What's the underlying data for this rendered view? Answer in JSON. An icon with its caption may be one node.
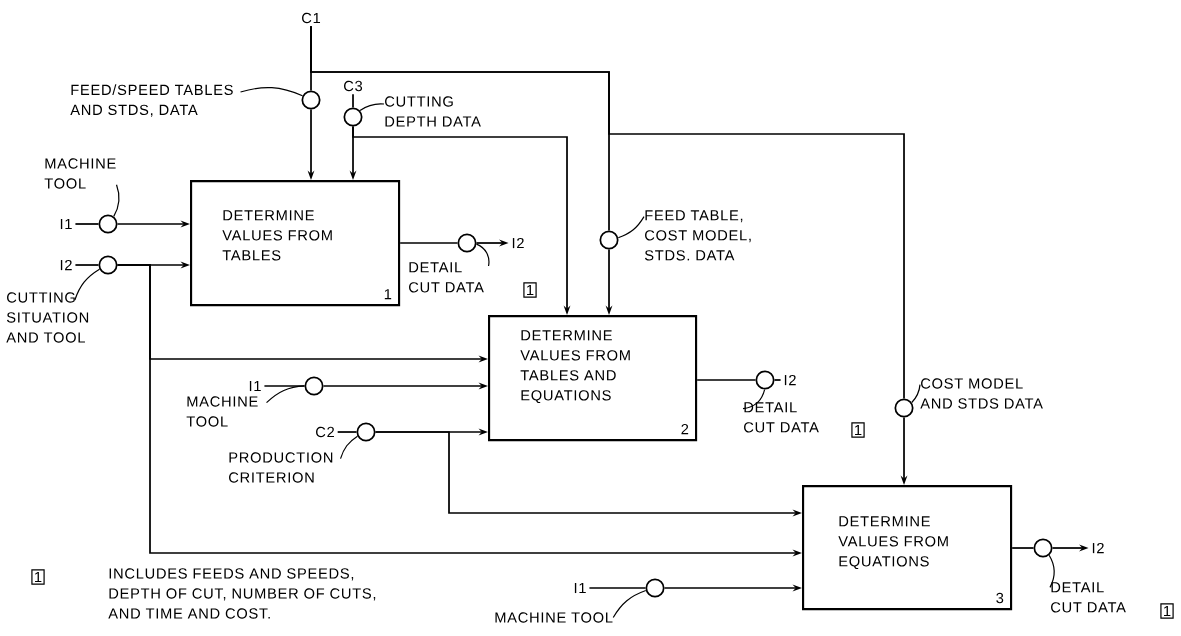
{
  "diagram": {
    "nodes": [
      {
        "text": [
          "C1"
        ]
      },
      {
        "text": [
          "FEED/SPEED TABLES AND STDS, DATA"
        ]
      },
      {
        "text": [
          "C3"
        ]
      },
      {
        "text": [
          "CUTTING DEPTH DATA"
        ]
      },
      {
        "text": [
          "MACHINE TOOL"
        ]
      },
      {
        "text": [
          "I1"
        ]
      },
      {
        "text": [
          "I2"
        ]
      },
      {
        "text": [
          "CUTTING SITUATION AND TOOL"
        ]
      },
      {
        "text": [
          "DETERMINE VALUES FROM TABLES",
          "1"
        ]
      },
      {
        "text": [
          "I2"
        ]
      },
      {
        "text": [
          "DETAIL CUT DATA"
        ]
      },
      {
        "text": [
          "FEED TABLE, COST MODEL, STDS. DATA"
        ]
      },
      {
        "text": [
          "DETERMINE VALUES FROM TABLES AND EQUATIONS",
          "2"
        ]
      },
      {
        "text": [
          "I1"
        ]
      },
      {
        "text": [
          "MACHINE TOOL"
        ]
      },
      {
        "text": [
          "C2"
        ]
      },
      {
        "text": [
          "PRODUCTION CRITERION"
        ]
      },
      {
        "text": [
          "I2"
        ]
      },
      {
        "text": [
          "DETAIL CUT DATA"
        ]
      },
      {
        "text": [
          "COST MODEL AND STDS DATA"
        ]
      },
      {
        "text": [
          "DETERMINE VALUES FROM EQUATIONS",
          "3"
        ]
      },
      {
        "text": [
          "I1"
        ]
      },
      {
        "text": [
          "MACHINE TOOL"
        ]
      },
      {
        "text": [
          "I2"
        ]
      },
      {
        "text": [
          "DETAIL CUT DATA"
        ]
      },
      {
        "text": [],
        "shape": "circle"
      },
      {
        "text": [],
        "shape": "circle"
      },
      {
        "text": [],
        "shape": "circle"
      },
      {
        "text": [],
        "shape": "circle"
      },
      {
        "text": [],
        "shape": "circle"
      },
      {
        "text": [],
        "shape": "circle"
      },
      {
        "text": [],
        "shape": "circle"
      },
      {
        "text": [],
        "shape": "circle"
      },
      {
        "text": [],
        "shape": "circle"
      },
      {
        "text": [],
        "shape": "circle"
      },
      {
        "text": [],
        "shape": "circle"
      },
      {
        "text": [],
        "shape": "circle"
      }
    ],
    "edges": [
      {
        "from": 0,
        "to": 27,
        "arrow": "none"
      },
      {
        "from": 27,
        "to": 8,
        "arrow": "to"
      },
      {
        "from": 0,
        "to": 32,
        "arrow": "none"
      },
      {
        "from": 32,
        "to": 12,
        "arrow": "to"
      },
      {
        "from": 0,
        "to": 35,
        "arrow": "none"
      },
      {
        "from": 35,
        "to": 20,
        "arrow": "to"
      },
      {
        "from": 2,
        "to": 29,
        "arrow": "none"
      },
      {
        "from": 29,
        "to": 8,
        "arrow": "to"
      },
      {
        "from": 29,
        "to": 12,
        "arrow": "to"
      },
      {
        "from": 5,
        "to": 25,
        "arrow": "none"
      },
      {
        "from": 25,
        "to": 8,
        "arrow": "to"
      },
      {
        "from": 6,
        "to": 26,
        "arrow": "none"
      },
      {
        "from": 26,
        "to": 8,
        "arrow": "to"
      },
      {
        "from": 26,
        "to": 12,
        "arrow": "to"
      },
      {
        "from": 26,
        "to": 20,
        "arrow": "to"
      },
      {
        "from": 13,
        "to": 28,
        "arrow": "none"
      },
      {
        "from": 28,
        "to": 12,
        "arrow": "to"
      },
      {
        "from": 15,
        "to": 30,
        "arrow": "none"
      },
      {
        "from": 30,
        "to": 12,
        "arrow": "to"
      },
      {
        "from": 30,
        "to": 20,
        "arrow": "to"
      },
      {
        "from": 21,
        "to": 33,
        "arrow": "none"
      },
      {
        "from": 33,
        "to": 20,
        "arrow": "to"
      },
      {
        "from": 8,
        "to": 31,
        "arrow": "none"
      },
      {
        "from": 31,
        "to": 9,
        "arrow": "to"
      },
      {
        "from": 12,
        "to": 34,
        "arrow": "none"
      },
      {
        "from": 34,
        "to": 17,
        "arrow": "none"
      },
      {
        "from": 20,
        "to": 36,
        "arrow": "none"
      },
      {
        "from": 36,
        "to": 23,
        "arrow": "to"
      },
      {
        "from": 1,
        "to": 27,
        "arrow": "none"
      },
      {
        "from": 3,
        "to": 29,
        "arrow": "none"
      },
      {
        "from": 4,
        "to": 25,
        "arrow": "none"
      },
      {
        "from": 7,
        "to": 26,
        "arrow": "none"
      },
      {
        "from": 10,
        "to": 31,
        "arrow": "none"
      },
      {
        "from": 11,
        "to": 32,
        "arrow": "none"
      },
      {
        "from": 14,
        "to": 28,
        "arrow": "none"
      },
      {
        "from": 16,
        "to": 30,
        "arrow": "none"
      },
      {
        "from": 18,
        "to": 34,
        "arrow": "none"
      },
      {
        "from": 19,
        "to": 35,
        "arrow": "none"
      },
      {
        "from": 22,
        "to": 33,
        "arrow": "none"
      },
      {
        "from": 24,
        "to": 36,
        "arrow": "none"
      }
    ],
    "labels": [
      "1",
      "1",
      "1",
      "INCLUDES FEEDS AND SPEEDS, DEPTH OF CUT, NUMBER OF CUTS, AND TIME AND COST.",
      "1"
    ]
  }
}
